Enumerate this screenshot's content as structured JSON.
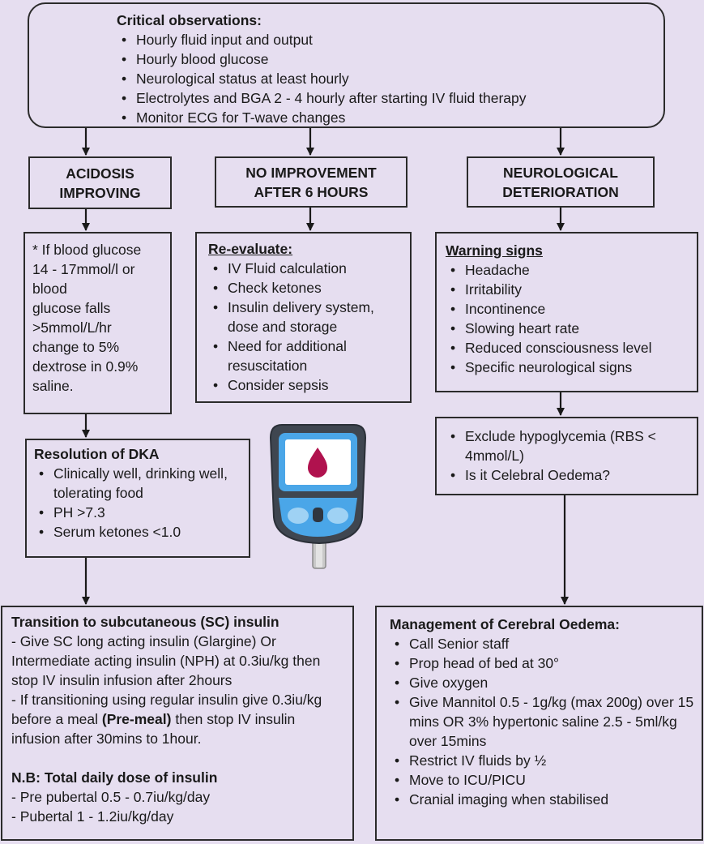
{
  "observations": {
    "title": "Critical observations:",
    "items": [
      "Hourly fluid input and output",
      "Hourly blood glucose",
      "Neurological status at least hourly",
      "Electrolytes and BGA 2 - 4 hourly after starting IV fluid therapy",
      "Monitor ECG for T-wave changes"
    ]
  },
  "acidosis": {
    "line1": "ACIDOSIS",
    "line2": "IMPROVING"
  },
  "no_improvement": {
    "line1": "NO IMPROVEMENT",
    "line2": "AFTER 6 HOURS"
  },
  "neurological": {
    "line1": "NEUROLOGICAL",
    "line2": "DETERIORATION"
  },
  "glucose_note": {
    "lines": [
      "* If blood glucose",
      "14 - 17mmol/l or",
      "blood",
      "glucose falls",
      ">5mmol/L/hr",
      "change to 5%",
      "dextrose in 0.9%",
      "saline."
    ]
  },
  "reevaluate": {
    "title": "Re-evaluate:",
    "items": [
      "IV Fluid calculation",
      "Check ketones",
      "Insulin delivery system, dose and storage",
      "Need for additional resuscitation",
      "Consider sepsis"
    ]
  },
  "warning": {
    "title": "Warning signs",
    "items": [
      "Headache",
      "Irritability",
      "Incontinence",
      "Slowing heart rate",
      "Reduced consciousness level",
      "Specific neurological signs"
    ]
  },
  "exclude": {
    "items": [
      "Exclude hypoglycemia (RBS < 4mmol/L)",
      "Is it Celebral Oedema?"
    ]
  },
  "resolution": {
    "title": "Resolution of DKA",
    "items": [
      "Clinically well, drinking well, tolerating food",
      "PH >7.3",
      "Serum ketones <1.0"
    ]
  },
  "transition": {
    "title": "Transition to subcutaneous (SC) insulin",
    "para1": "- Give SC long acting insulin (Glargine) Or Intermediate acting insulin (NPH) at 0.3iu/kg then stop IV insulin infusion after 2hours",
    "para2_pre": "- If transitioning using regular insulin give 0.3iu/kg before a meal ",
    "para2_bold": "(Pre-meal)",
    "para2_post": " then stop IV insulin infusion after 30mins to 1hour.",
    "nb_title": "N.B: Total daily dose of insulin",
    "nb_lines": [
      "- Pre pubertal 0.5 - 0.7iu/kg/day",
      "- Pubertal 1 - 1.2iu/kg/day"
    ]
  },
  "cerebral": {
    "title": "Management of Cerebral Oedema:",
    "items": [
      "Call Senior staff",
      "Prop head of bed at 30°",
      "Give oxygen",
      "Give Mannitol 0.5 - 1g/kg (max 200g) over 15 mins OR 3% hypertonic saline 2.5 - 5ml/kg over 15mins",
      "Restrict IV fluids by ½",
      "Move to ICU/PICU",
      "Cranial imaging when stabilised"
    ]
  },
  "colors": {
    "background": "#e6def0",
    "border": "#2b2b2b",
    "meter_body": "#3f4650",
    "meter_screen": "#4aa6e8",
    "blood_drop": "#b0124e"
  }
}
